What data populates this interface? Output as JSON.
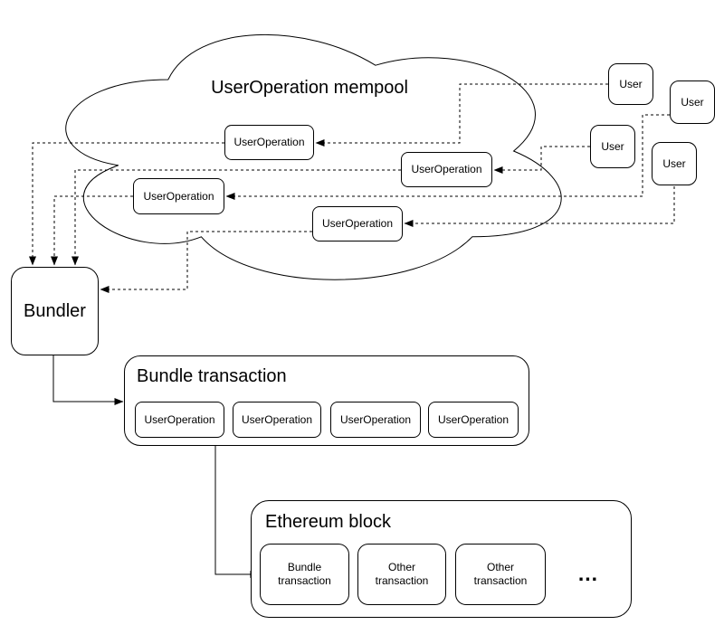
{
  "diagram": {
    "mempool": {
      "label": "UserOperation mempool",
      "operations": [
        "UserOperation",
        "UserOperation",
        "UserOperation",
        "UserOperation"
      ]
    },
    "users": [
      "User",
      "User",
      "User",
      "User"
    ],
    "bundler": {
      "label": "Bundler"
    },
    "bundle_transaction": {
      "title": "Bundle transaction",
      "operations": [
        "UserOperation",
        "UserOperation",
        "UserOperation",
        "UserOperation"
      ]
    },
    "ethereum_block": {
      "title": "Ethereum block",
      "transactions": [
        "Bundle transaction",
        "Other transaction",
        "Other transaction"
      ],
      "more_indicator": "..."
    },
    "colors": {
      "stroke": "#000000",
      "background": "#ffffff"
    }
  }
}
